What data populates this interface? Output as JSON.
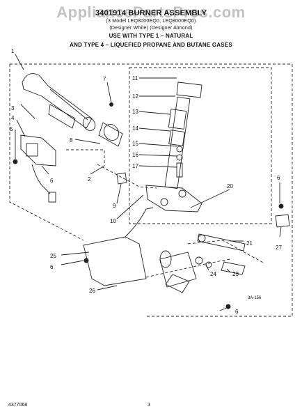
{
  "header": {
    "title": "3401914 BURNER ASSEMBLY",
    "line2": "(3 Model LEQ8000EQ0, LEQ8000EQ0)",
    "line3": "(Designer White) (Designer Almond)",
    "line4": "USE WITH TYPE 1 – NATURAL",
    "line5": "AND TYPE 4 – LIQUEFIED PROPANE AND BUTANE GASES"
  },
  "watermark": "AppliancePartsPros.com",
  "callouts": [
    "1",
    "2",
    "3",
    "4",
    "5",
    "6",
    "6",
    "6",
    "6",
    "7",
    "8",
    "9",
    "10",
    "11",
    "12",
    "13",
    "14",
    "15",
    "16",
    "17",
    "20",
    "21",
    "23",
    "24",
    "25",
    "26",
    "27"
  ],
  "diagram_code": "3A-156",
  "footer": {
    "part_number": "4377068",
    "page": "3"
  },
  "colors": {
    "line": "#222222",
    "background": "#ffffff",
    "watermark": "#787878"
  }
}
